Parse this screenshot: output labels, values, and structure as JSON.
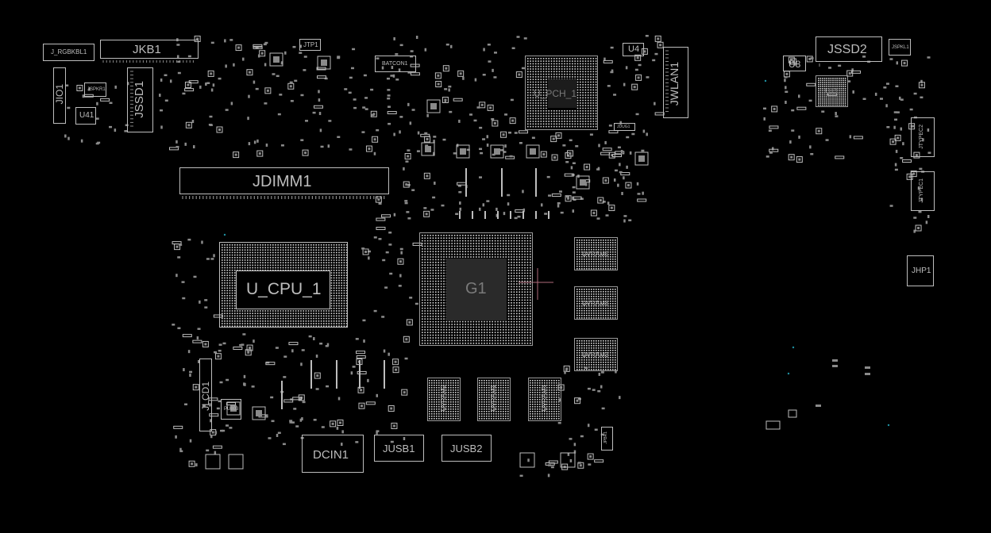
{
  "view": {
    "background": "#000000",
    "outline_color": "#bdbdbd",
    "pad_color": "#8a8a8a",
    "fine_color": "#d8d8d8",
    "marker_color": "#b06a7a",
    "dot_color": "#1e8fa0"
  },
  "components": {
    "j_rgbkbl1": "J_RGBKBL1",
    "jkb1": "JKB1",
    "jtp1": "JTP1",
    "batcon1": "BATCON1",
    "u4": "U4",
    "u8": "U8",
    "jssd2": "JSSD2",
    "jspkl1": "JSPKL1",
    "jio1": "JIO1",
    "u41": "U41",
    "jspkr1": "JSPKR1",
    "jssd1": "JSSD1",
    "u_pch_1": "U_PCH_1",
    "jwlan1": "JWLAN1",
    "jdug1": "JDUG1",
    "ut1": "UT1",
    "jtypec2": "JTYPEC2",
    "jtypec1": "JTYPEC1",
    "jdimm1": "JDIMM1",
    "u_cpu_1": "U_CPU_1",
    "g1": "G1",
    "uvram5": "UVRAM5",
    "uvram8": "UVRAM8",
    "uvram3": "UVRAM3",
    "uvram2": "UVRAM2",
    "uvram1": "UVRAM1",
    "uvram4": "UVRAM4",
    "jhp1": "JHP1",
    "jlcd1": "JLCD1",
    "pu803": "PU803",
    "dcin1": "DCIN1",
    "jusb1": "JUSB1",
    "jusb2": "JUSB2",
    "jpbr1": "JPBR1"
  }
}
